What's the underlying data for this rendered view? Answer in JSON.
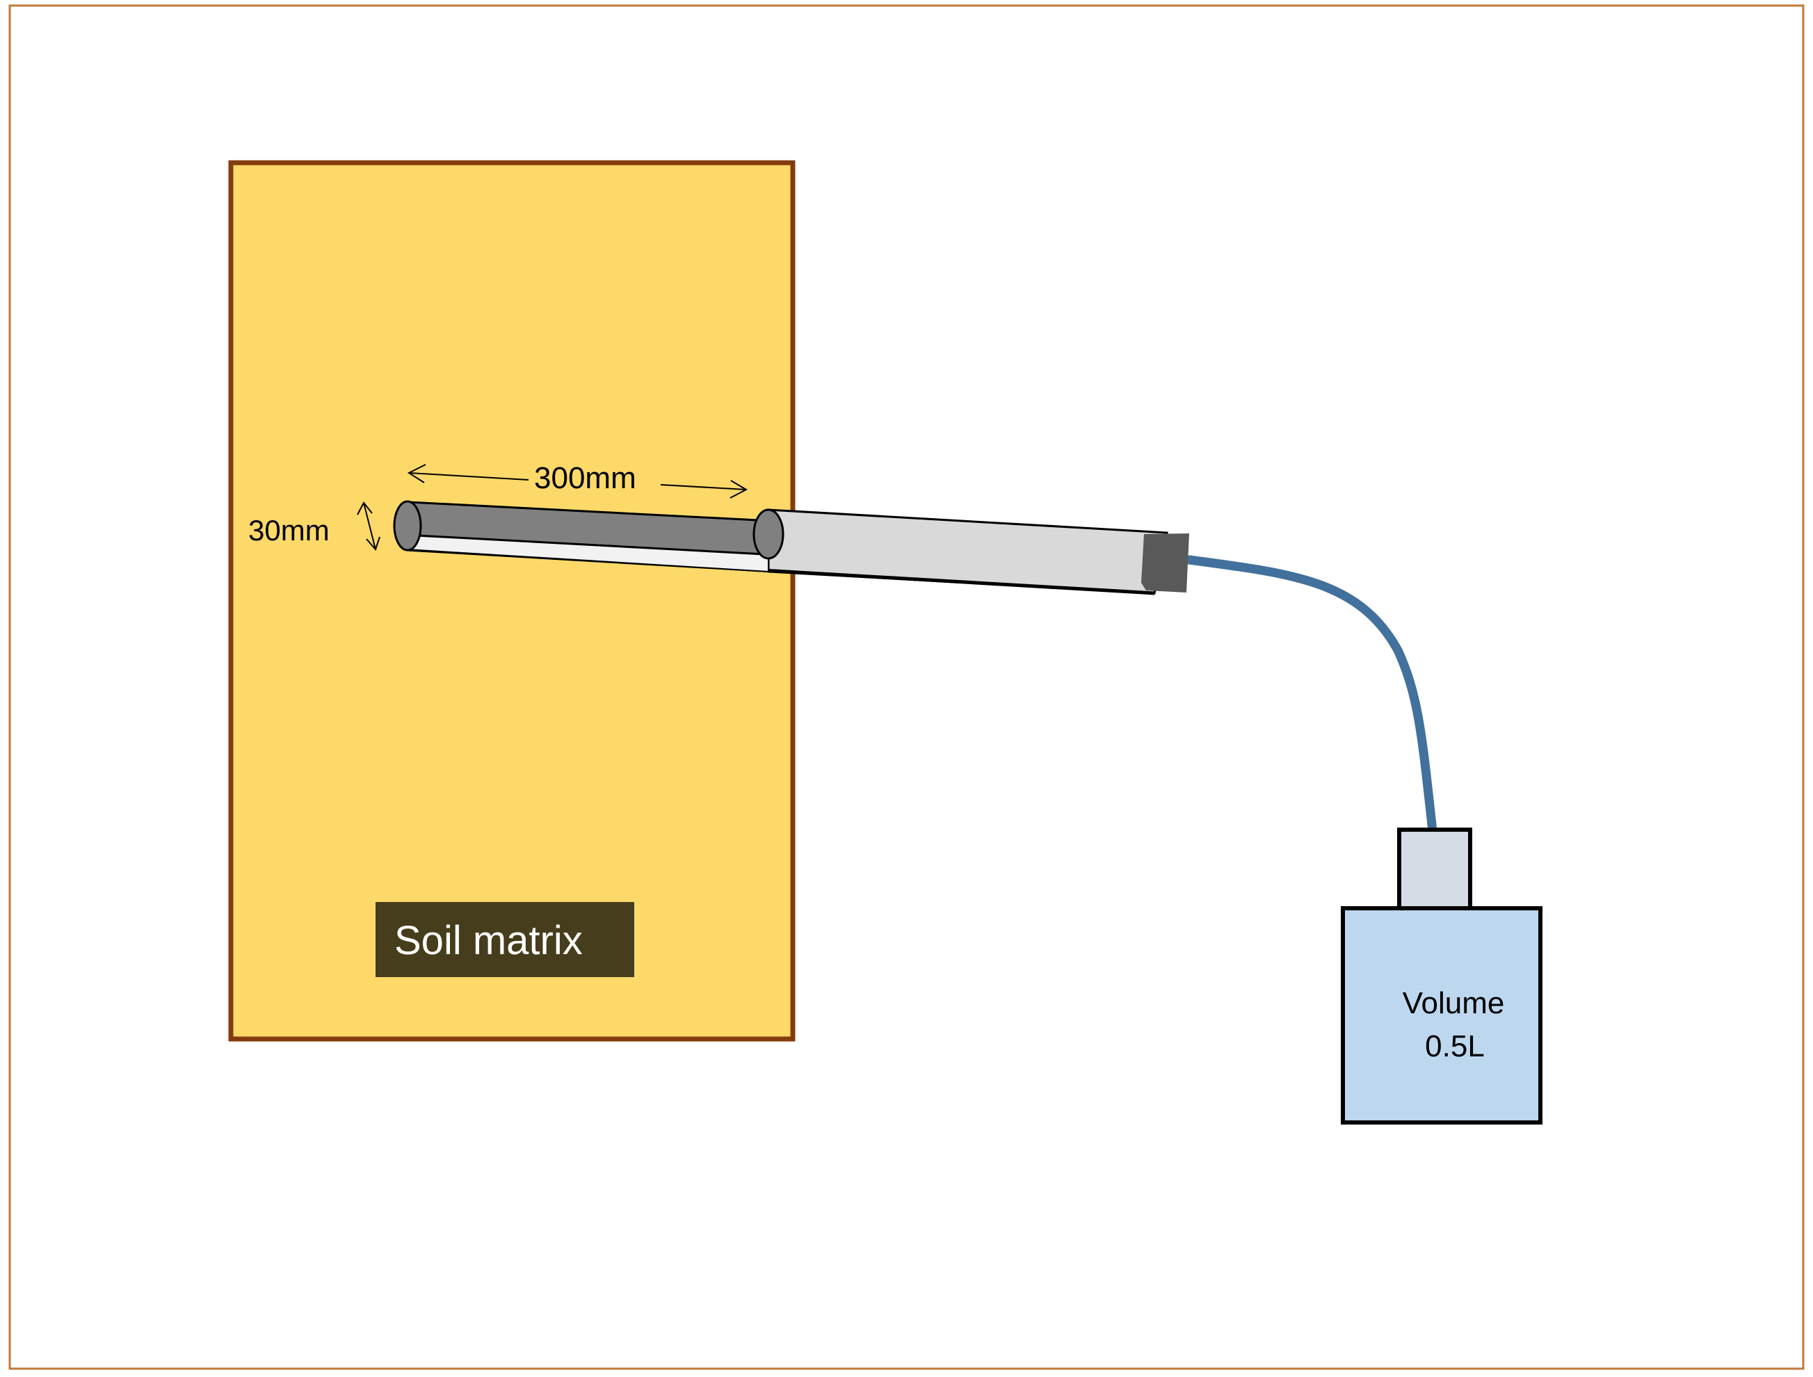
{
  "labels": {
    "length": "300mm",
    "diameter": "30mm",
    "soil": "Soil matrix",
    "volume_line1": "Volume",
    "volume_line2": "0.5L"
  },
  "colors": {
    "frame": "#c07a3a",
    "soil_fill": "#fdd96a",
    "soil_border": "#843c0c",
    "soil_tag_bg": "#463d1c",
    "soil_tag_text": "#ffffff",
    "porous_section": "#808080",
    "tube_body": "#d9d9d9",
    "tube_underside": "#f2f2f2",
    "connector": "#595959",
    "hose": "#41719c",
    "bottle_fill": "#bdd7ee",
    "bottle_neck": "#d6dce5",
    "outline": "#000000"
  }
}
